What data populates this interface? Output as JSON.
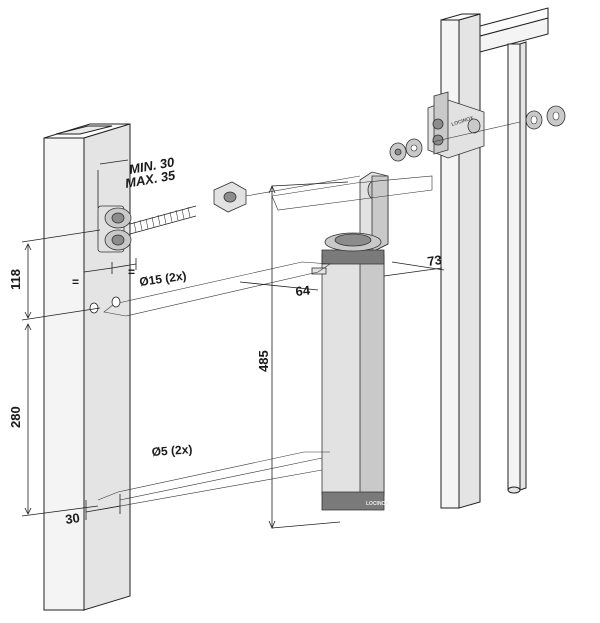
{
  "dimensions": {
    "min": "MIN. 30",
    "max": "MAX. 35",
    "gap_mark_left": "=",
    "gap_mark_right": "=",
    "hole_large": "Ø15 (2x)",
    "hole_small": "Ø5 (2x)",
    "d118": "118",
    "d280": "280",
    "d30": "30",
    "d485": "485",
    "d73": "73",
    "d64": "64"
  },
  "brand": {
    "closer_label": "LOCINOX",
    "hinge_label": "LOCINOX"
  },
  "colors": {
    "line": "#222222",
    "metal": "#c9c9c9",
    "cap": "#7a7a7a"
  }
}
